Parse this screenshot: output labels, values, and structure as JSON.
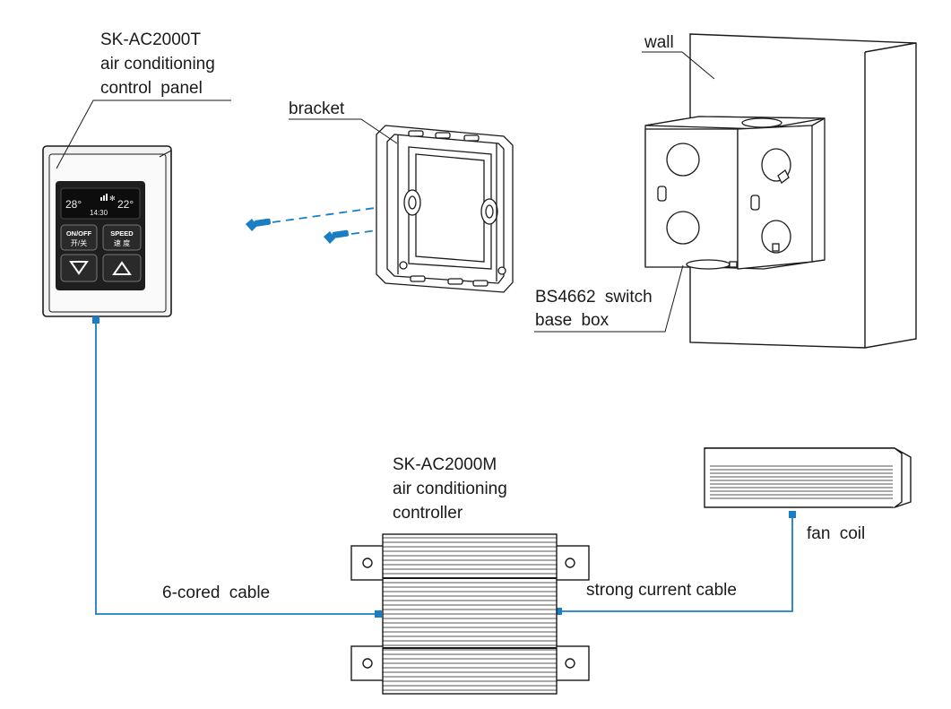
{
  "panel": {
    "model": "SK-AC2000T",
    "line2": "air conditioning",
    "line3": "control panel",
    "display_left": "28°",
    "display_time": "14:30",
    "display_right": "22°",
    "btn_onoff_en": "ON/OFF",
    "btn_onoff_cn": "开/关",
    "btn_speed_en": "SPEED",
    "btn_speed_cn": "速 度"
  },
  "bracket_label": "bracket",
  "wall_label": "wall",
  "box_label": {
    "line1": "BS4662 switch",
    "line2": "base box"
  },
  "controller": {
    "model": "SK-AC2000M",
    "line2": "air conditioning",
    "line3": "controller"
  },
  "fan_coil_label": "fan coil",
  "cable_left": "6-cored cable",
  "cable_right": "strong current cable",
  "colors": {
    "cable": "#1a7ec4",
    "line": "#1a1a1a",
    "panel_face": "#1e1e1e"
  }
}
